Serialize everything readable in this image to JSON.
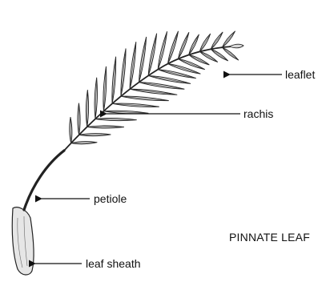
{
  "title": "PINNATE LEAF",
  "labels": {
    "leaflet": "leaflet",
    "rachis": "rachis",
    "petiole": "petiole",
    "leaf_sheath": "leaf sheath"
  }
}
